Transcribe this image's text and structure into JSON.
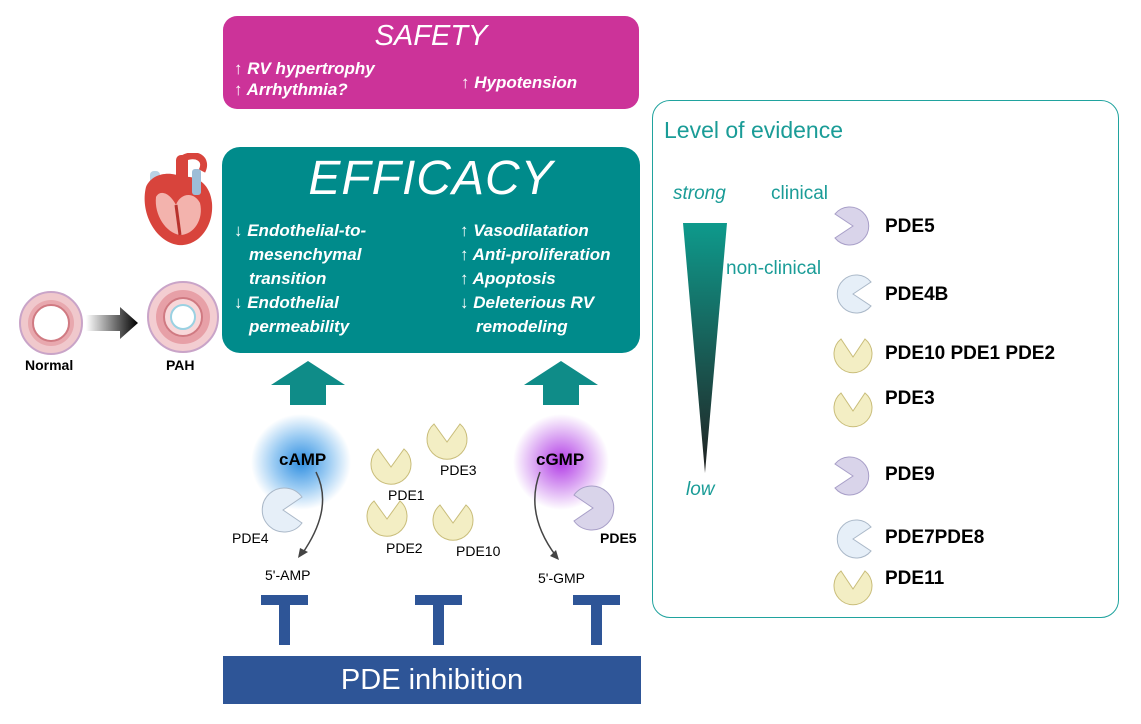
{
  "safety": {
    "title": "SAFETY",
    "items_left": [
      "↑ RV hypertrophy",
      "↑ Arrhythmia?"
    ],
    "items_right": [
      "↑ Hypotension"
    ]
  },
  "efficacy": {
    "title": "EFFICACY",
    "items_left": [
      "↓ Endothelial-to-",
      "mesenchymal",
      "transition",
      "↓ Endothelial",
      "permeability"
    ],
    "items_right": [
      "↑ Vasodilatation",
      "↑ Anti-proliferation",
      "↑ Apoptosis",
      "↓ Deleterious RV",
      "remodeling"
    ]
  },
  "vessels": {
    "normal_label": "Normal",
    "pah_label": "PAH"
  },
  "pathway": {
    "camp": "cAMP",
    "cgmp": "cGMP",
    "camp_product": "5'-AMP",
    "cgmp_product": "5'-GMP",
    "enzymes": [
      "PDE4",
      "PDE1",
      "PDE3",
      "PDE2",
      "PDE10",
      "PDE5"
    ]
  },
  "inhibition_label": "PDE inhibition",
  "evidence": {
    "title": "Level of evidence",
    "strong": "strong",
    "low": "low",
    "clinical": "clinical",
    "non_clinical": "non-clinical",
    "rows": [
      {
        "label": "PDE5",
        "color": "#d9d4ea",
        "icon": "pacman-icon"
      },
      {
        "label": "PDE4B",
        "color": "#e6eff8",
        "icon": "pacman-icon"
      },
      {
        "label": "PDE10 PDE1 PDE2",
        "color": "#f3eec4",
        "icon": "pacman-icon"
      },
      {
        "label": "PDE3",
        "color": "#f3eec4",
        "icon": "pacman-icon"
      },
      {
        "label": "PDE9",
        "color": "#d9d4ea",
        "icon": "pacman-icon"
      },
      {
        "label": "PDE7PDE8",
        "color": "#e6eff8",
        "icon": "pacman-icon"
      },
      {
        "label": "PDE11",
        "color": "#f3eec4",
        "icon": "pacman-icon"
      }
    ]
  },
  "colors": {
    "safety": "#cc3399",
    "efficacy": "#008b8b",
    "inhibition": "#2e5597",
    "evidence_border": "#20a39e",
    "pde_yellow": "#f3eec4",
    "pde_purple": "#d9d4ea",
    "pde_blue": "#e6eff8"
  }
}
